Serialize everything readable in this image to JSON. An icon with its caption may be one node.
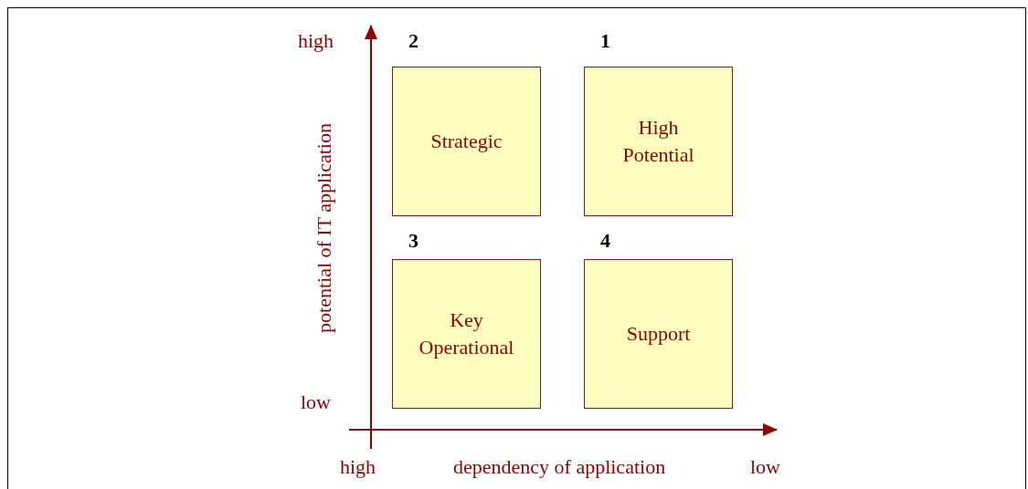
{
  "diagram": {
    "nodes": [
      {
        "text": [
          "Strategic"
        ],
        "beside": [
          "2"
        ]
      },
      {
        "text": [
          "High Potential"
        ],
        "beside": [
          "1"
        ]
      },
      {
        "text": [
          "Key Operational"
        ],
        "beside": [
          "3"
        ]
      },
      {
        "text": [
          "Support"
        ],
        "beside": [
          "4"
        ]
      }
    ],
    "edges": [],
    "labels": [
      "high",
      "potential of IT application",
      "low",
      "high",
      "dependency of application",
      "low"
    ]
  }
}
